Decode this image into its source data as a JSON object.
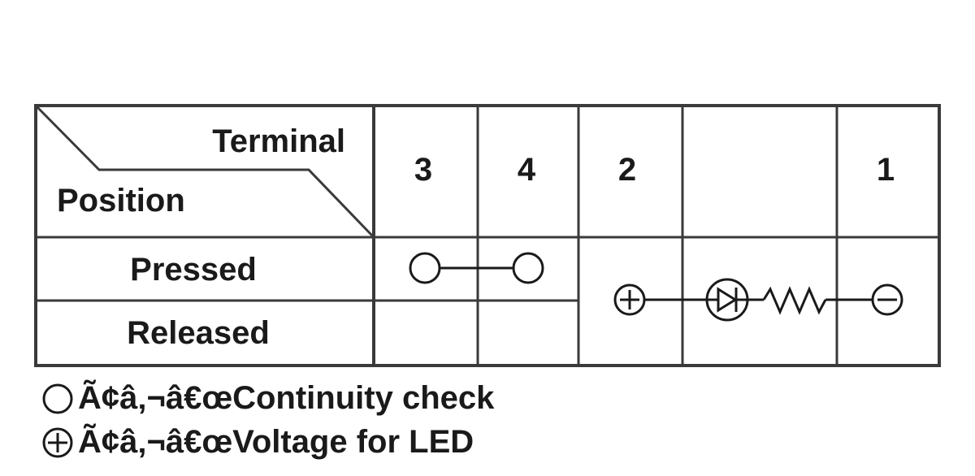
{
  "table": {
    "header_terminal": "Terminal",
    "header_position": "Position",
    "terminals": [
      "3",
      "4",
      "2",
      "",
      "1"
    ],
    "positions": [
      "Pressed",
      "Released"
    ]
  },
  "legend": {
    "continuity": {
      "symbol": "continuity-circle-icon",
      "glitch": "Ã¢â‚¬â€œ",
      "label": "Continuity check"
    },
    "voltage": {
      "symbol": "plus-circle-icon",
      "glitch": "Ã¢â‚¬â€œ",
      "label": "Voltage for LED"
    }
  },
  "colors": {
    "line": "#3a3a3a",
    "text": "#1a1a1a",
    "background": "#ffffff"
  }
}
